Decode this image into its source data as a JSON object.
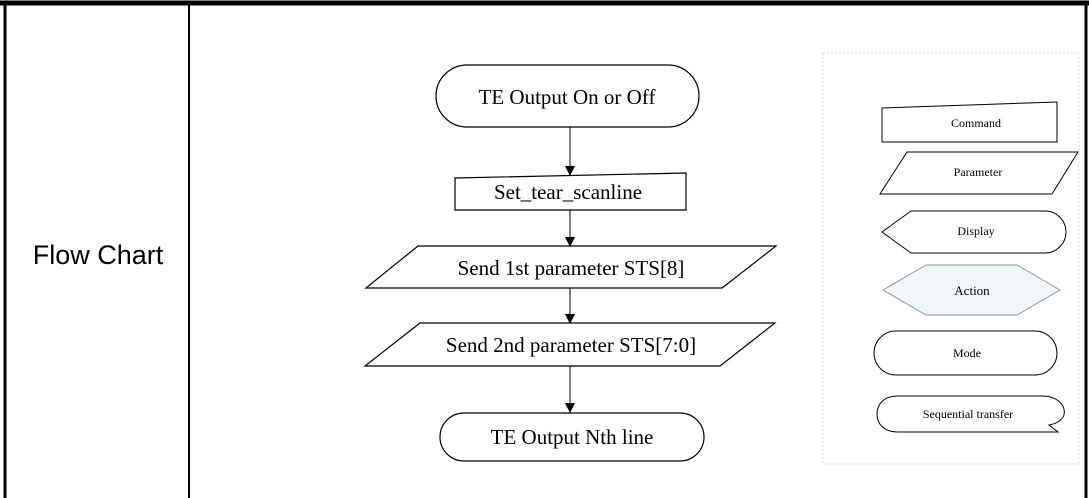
{
  "row_label": "Flow Chart",
  "flow": {
    "start": "TE Output On or Off",
    "command": "Set_tear_scanline",
    "param1": "Send 1st parameter STS[8]",
    "param2": "Send 2nd parameter STS[7:0]",
    "end": "TE Output Nth line"
  },
  "legend": {
    "command": "Command",
    "parameter": "Parameter",
    "display": "Display",
    "action": "Action",
    "mode": "Mode",
    "sequential": "Sequential transfer"
  },
  "colors": {
    "line": "#000000",
    "action_fill": "#f2f6fa",
    "action_stroke": "#8a96a8",
    "legend_border": "#d9d9d9"
  }
}
